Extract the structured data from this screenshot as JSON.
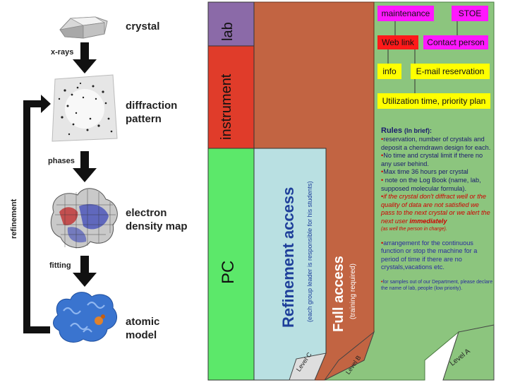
{
  "left_panel": {
    "steps": [
      {
        "label": "crystal"
      },
      {
        "label": "diffraction pattern",
        "lines": [
          "diffraction",
          "pattern"
        ]
      },
      {
        "label": "electron density map",
        "lines": [
          "electron",
          "density map"
        ]
      },
      {
        "label": "atomic model",
        "lines": [
          "atomic",
          "model"
        ]
      }
    ],
    "arrow_labels": [
      "x-rays",
      "phases",
      "fitting"
    ],
    "feedback_label": "refinement"
  },
  "right_panel": {
    "lab_label": "lab",
    "instrument_label": "instrument",
    "pc_label": "PC",
    "refinement_title": "Refinement access",
    "refinement_note": "(each group leader is responsible for his students)",
    "full_title": "Full access",
    "full_note": "(training required)",
    "level_c": "Level C",
    "level_b": "Level B",
    "level_a": "Level A",
    "boxes": {
      "maintenance": "maintenance",
      "stoe": "STOE",
      "web_link": "Web link",
      "contact_person": "Contact person",
      "info": "info",
      "email_reservation": "E-mail reservation",
      "utilization": "Utilization time, priority plan"
    },
    "rules": {
      "title": "Rules",
      "title_suffix": "(In brief):",
      "items": [
        "reservation, number of crystals and deposit a chemdrawn design for each.",
        "No time and crystal limit if there no any user behind.",
        "Max time 36 hours per crystal",
        " note on the Log Book (name, lab, supposed molecular formula)."
      ],
      "warning": "if the crystal don't diffract well or the quality of data are not satisfied we  pass to the next crystal or we alert the next user",
      "warning_emph": "immediately",
      "warning_note": "(as well  the person in charge).",
      "continuous": "arrangement for the continuous function or stop the machine for a period of time if there  are no crystals,vacations etc.",
      "other_dept": "for samples out of our Department, please declare the name of lab, people (low priority)."
    },
    "colors": {
      "lab": "#8b6aa8",
      "instrument": "#e03c2a",
      "pc": "#5ce86a",
      "refinement": "#b9e0e2",
      "brown": "#c26442",
      "green": "#8cc57e",
      "magenta": "#ff18ff",
      "red": "#ff1a1a",
      "yellow": "#ffff00"
    }
  }
}
